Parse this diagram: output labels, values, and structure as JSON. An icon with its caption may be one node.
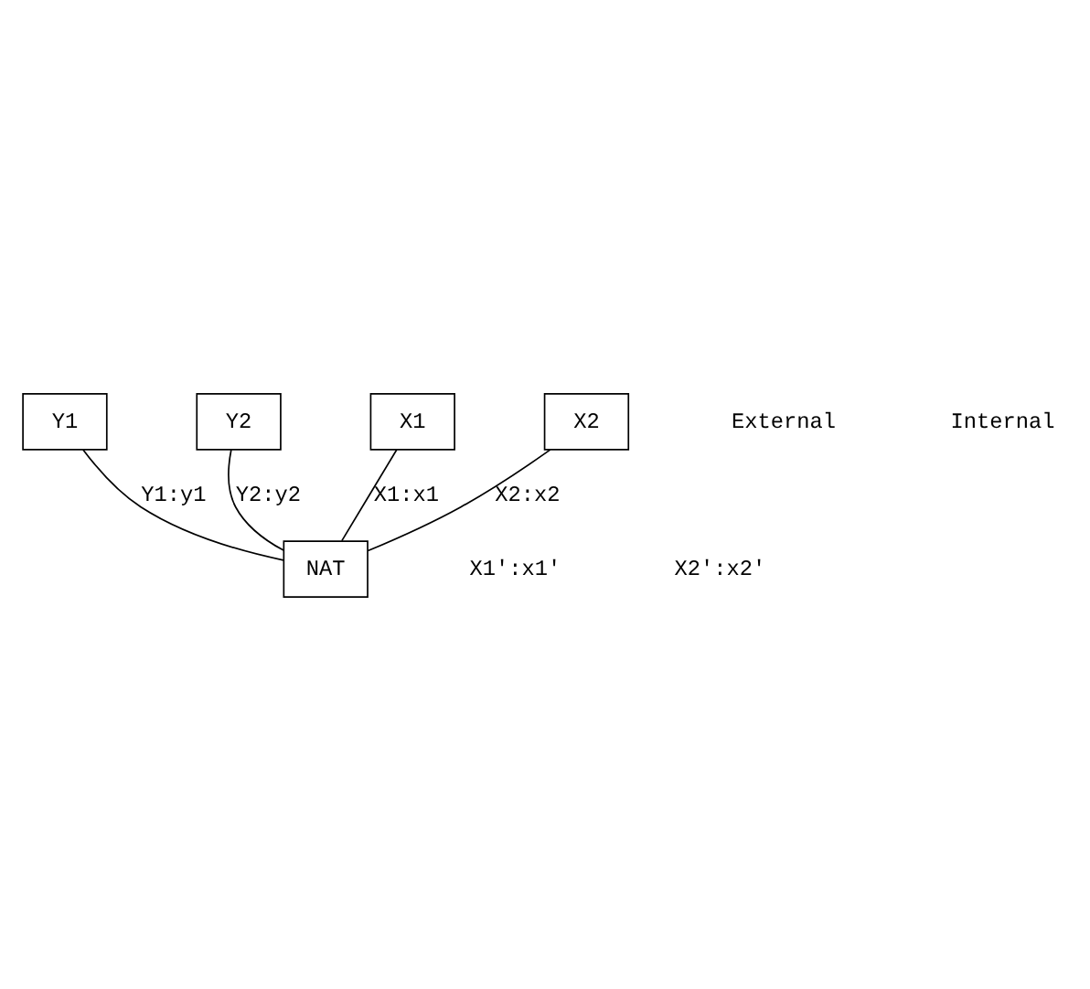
{
  "diagram": {
    "nodes": [
      {
        "text": [
          "Y1"
        ]
      },
      {
        "text": [
          "Y2"
        ]
      },
      {
        "text": [
          "NAT"
        ]
      },
      {
        "text": [
          "X1"
        ]
      },
      {
        "text": [
          "X2"
        ]
      }
    ],
    "edges": [
      {
        "from": 0,
        "to": 2,
        "arrow": "none",
        "label": "Y1:y1"
      },
      {
        "from": 1,
        "to": 2,
        "arrow": "none",
        "label": "Y2:y2"
      },
      {
        "from": 3,
        "to": 2,
        "arrow": "none",
        "label": "X1:x1"
      },
      {
        "from": 4,
        "to": 2,
        "arrow": "none",
        "label": "X2:x2"
      }
    ],
    "labels": [
      "External",
      "X1':x1'",
      "X2':x2'",
      "Internal"
    ]
  }
}
